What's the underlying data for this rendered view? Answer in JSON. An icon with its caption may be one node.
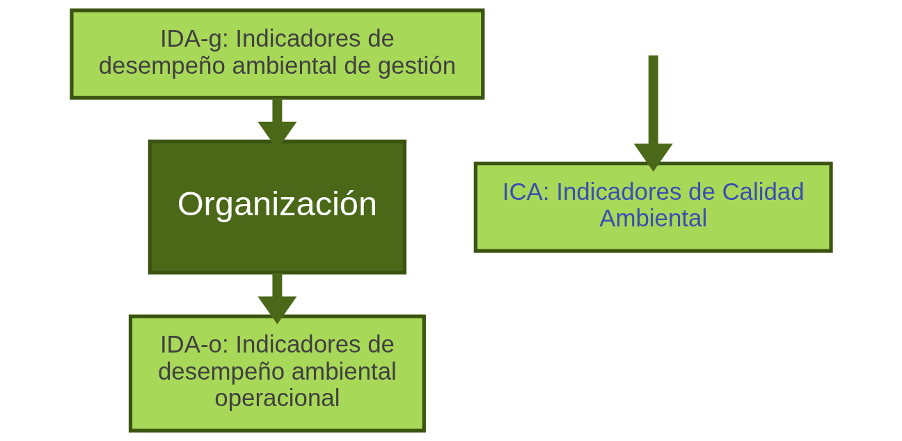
{
  "diagram": {
    "nodes": [
      {
        "text": [
          "IDA-g: Indicadores de desempeño ambiental de gestión"
        ]
      },
      {
        "text": [
          "Organización"
        ]
      },
      {
        "text": [
          "ICA: Indicadores de Calidad Ambiental"
        ]
      },
      {
        "text": [
          "IDA-o: Indicadores de desempeño ambiental operacional"
        ]
      }
    ],
    "edges": [
      {
        "from": 0,
        "to": 1,
        "arrow": "to"
      },
      {
        "from": 1,
        "to": 3,
        "arrow": "to"
      },
      {
        "from": null,
        "to": 2,
        "arrow": "to"
      }
    ]
  }
}
